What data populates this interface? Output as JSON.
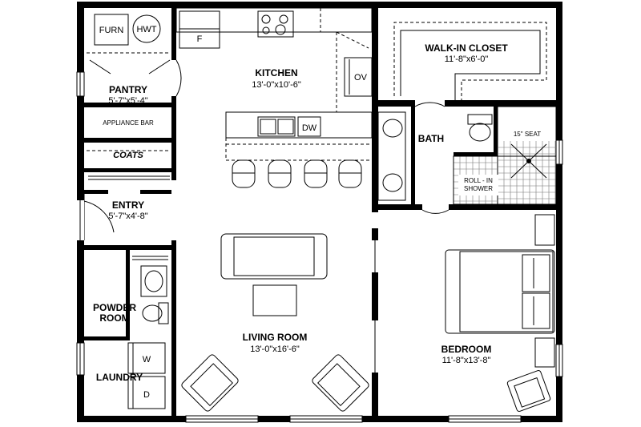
{
  "rooms": {
    "pantry": {
      "name": "PANTRY",
      "dims": "5'-7\"x5'-4\""
    },
    "kitchen": {
      "name": "KITCHEN",
      "dims": "13'-0\"x10'-6\""
    },
    "walk_in_closet": {
      "name": "WALK-IN CLOSET",
      "dims": "11'-8\"x6'-0\""
    },
    "bath": {
      "name": "BATH"
    },
    "entry": {
      "name": "ENTRY",
      "dims": "5'-7\"x4'-8\""
    },
    "powder_room": {
      "name_line1": "POWDER",
      "name_line2": "ROOM"
    },
    "laundry": {
      "name": "LAUNDRY"
    },
    "living_room": {
      "name": "LIVING ROOM",
      "dims": "13'-0\"x16'-6\""
    },
    "bedroom": {
      "name": "BEDROOM",
      "dims": "11'-8\"x13'-8\""
    }
  },
  "fixtures": {
    "furn": "FURN",
    "hwt": "HWT",
    "fridge": "F",
    "oven": "OV",
    "dishwasher": "DW",
    "appliance_bar": "APPLIANCE BAR",
    "coats": "COATS",
    "seat": "15\" SEAT",
    "shower_line1": "ROLL - IN",
    "shower_line2": "SHOWER",
    "washer": "W",
    "dryer": "D"
  }
}
